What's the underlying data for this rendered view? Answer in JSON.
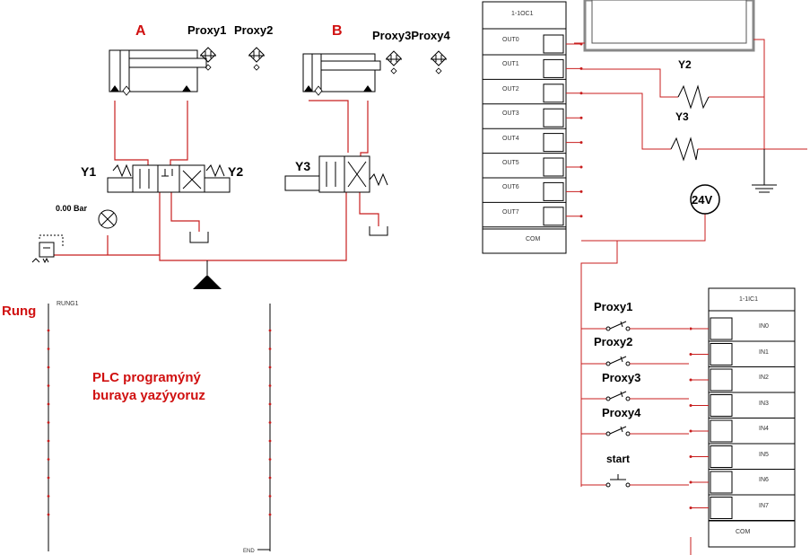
{
  "pneumatic": {
    "cylinder_a": "A",
    "cylinder_b": "B",
    "proxy1": "Proxy1",
    "proxy2": "Proxy2",
    "proxy34": "Proxy3Proxy4",
    "y1": "Y1",
    "y2": "Y2",
    "y3": "Y3",
    "pressure": "0.00 Bar"
  },
  "output_module": {
    "title": "1-1OC1",
    "outputs": [
      "OUT0",
      "OUT1",
      "OUT2",
      "OUT3",
      "OUT4",
      "OUT5",
      "OUT6",
      "OUT7"
    ],
    "com": "COM"
  },
  "input_module": {
    "title": "1-1IC1",
    "inputs": [
      "IN0",
      "IN1",
      "IN2",
      "IN3",
      "IN4",
      "IN5",
      "IN6",
      "IN7"
    ],
    "com": "COM"
  },
  "coils": {
    "y2": "Y2",
    "y3": "Y3"
  },
  "supply": "24V",
  "switches": {
    "proxy1": "Proxy1",
    "proxy2": "Proxy2",
    "proxy3": "Proxy3",
    "proxy4": "Proxy4",
    "start": "start"
  },
  "ladder": {
    "rung_label": "Rung",
    "rung_name": "RUNG1",
    "note_line1": "PLC programýný",
    "note_line2": "buraya yazýyoruz",
    "end": "END"
  },
  "colors": {
    "wire": "#c81e1e",
    "accent": "#d01010",
    "line": "#000000"
  }
}
